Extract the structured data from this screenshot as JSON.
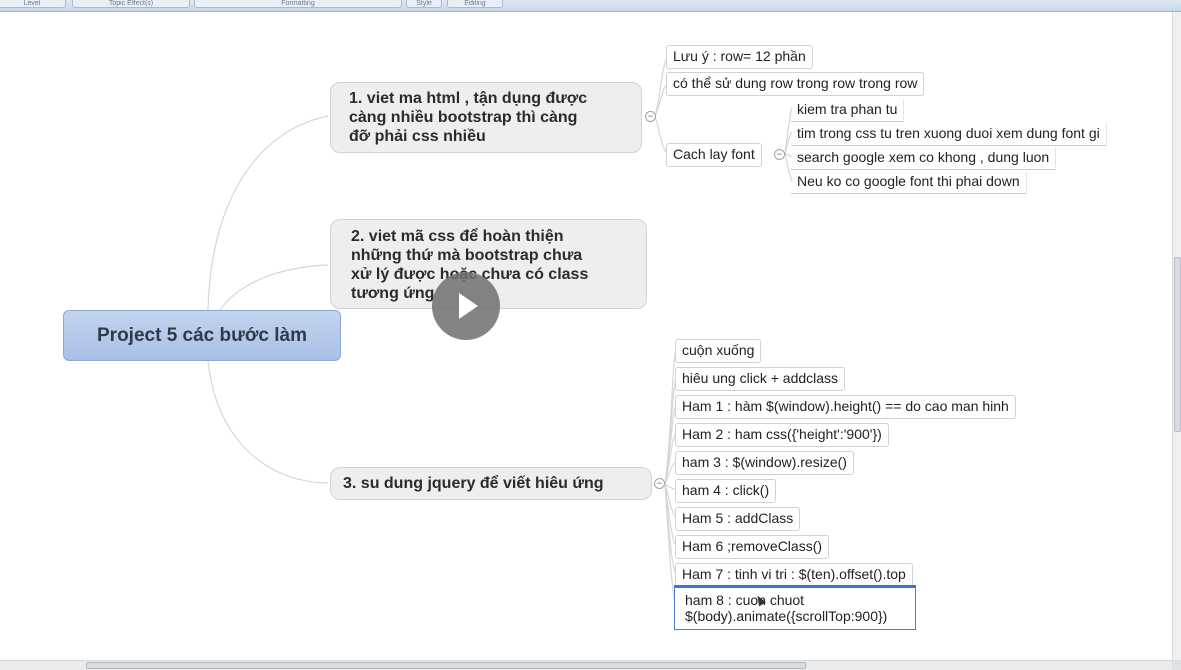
{
  "toolbar": {
    "items": [
      "Level",
      "Topic Effect(s)",
      "Formatting",
      "Style",
      "Editing"
    ]
  },
  "map": {
    "central": "Project 5 các bước làm",
    "topic1": {
      "lines": [
        "1. viet ma html , tận dụng được",
        "càng nhiều bootstrap thì càng",
        "đỡ phải css nhiều"
      ],
      "subs": [
        "Lưu ý : row= 12 phần",
        "có thể sử dung row trong row trong row",
        "Cach lay font"
      ],
      "font_subs": [
        "kiem tra phan tu",
        "tim trong css tu tren xuong duoi xem dung font gi",
        "search google xem co khong , dung luon",
        "Neu ko co google font thi phai down"
      ]
    },
    "topic2": {
      "lines": [
        "2. viet mã css để hoàn thiện",
        "những thứ mà bootstrap chưa",
        "xử lý được hoặc chưa có class",
        "tương ứng"
      ]
    },
    "topic3": {
      "title": "3. su dung jquery để viết hiêu ứng",
      "subs": [
        "cuộn xuống",
        "hiêu ung click + addclass",
        "Ham 1 : hàm $(window).height() == do cao man hinh",
        "Ham 2 : ham css({'height':'900'})",
        "ham 3 : $(window).resize()",
        "ham 4 : click()",
        "Ham 5 : addClass",
        "Ham 6 ;removeClass()",
        "Ham 7 : tinh vi tri : $(ten).offset().top"
      ],
      "selected_line1": "ham 8 : cuon chuot",
      "selected_line2": "$(body).animate({scrollTop:900})"
    }
  },
  "collapse_symbol": "−"
}
